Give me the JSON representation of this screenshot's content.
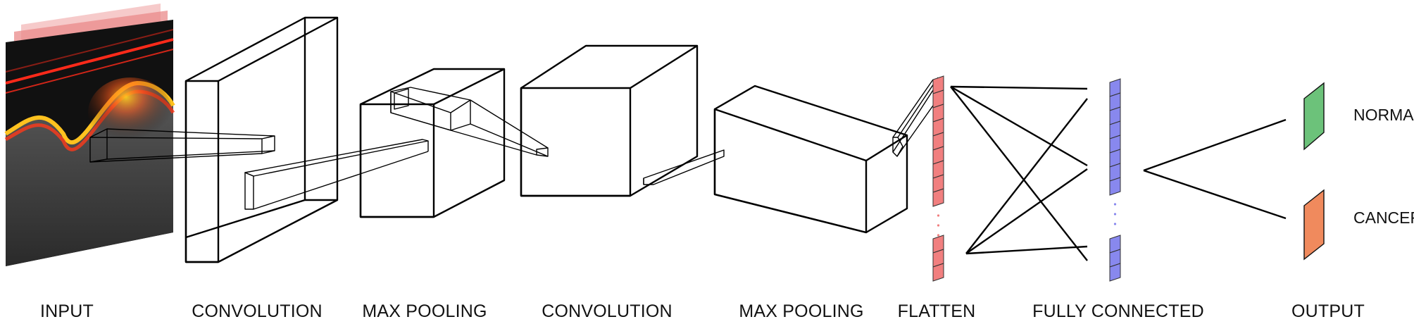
{
  "stages": [
    {
      "key": "input",
      "label": "INPUT"
    },
    {
      "key": "conv1",
      "label": "CONVOLUTION"
    },
    {
      "key": "pool1",
      "label": "MAX POOLING"
    },
    {
      "key": "conv2",
      "label": "CONVOLUTION"
    },
    {
      "key": "pool2",
      "label": "MAX POOLING"
    },
    {
      "key": "flatten",
      "label": "FLATTEN"
    },
    {
      "key": "fc",
      "label": "FULLY CONNECTED"
    },
    {
      "key": "output",
      "label": "OUTPUT"
    }
  ],
  "output_classes": [
    {
      "label": "NORMAL",
      "color": "#6cc27a"
    },
    {
      "label": "CANCER",
      "color": "#f08a5d"
    }
  ],
  "colors": {
    "flatten_cell": "#f17f7f",
    "fc_cell": "#8888ee",
    "scan_highlight": "#ff3a1a"
  }
}
